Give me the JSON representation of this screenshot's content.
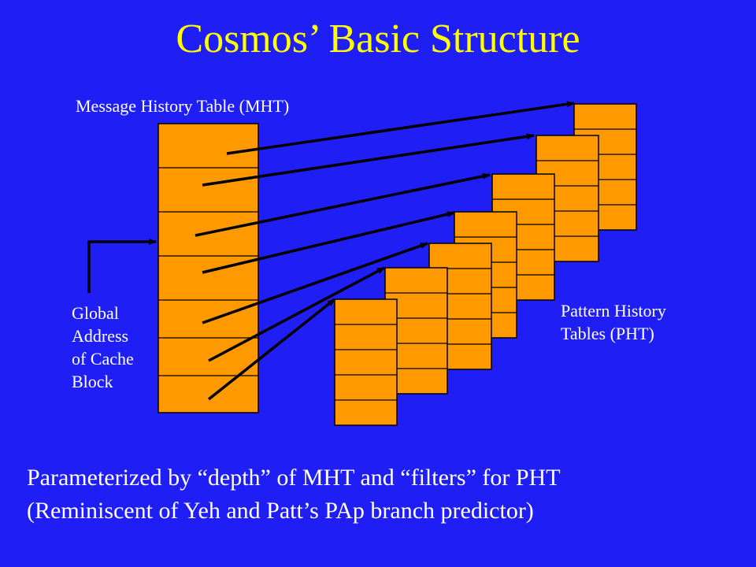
{
  "slide": {
    "title": "Cosmos’ Basic Structure",
    "mht_label": "Message History Table (MHT)",
    "global_address_label": [
      "Global",
      "Address",
      "of Cache",
      "Block"
    ],
    "pht_label": [
      "Pattern History",
      "Tables (PHT)"
    ],
    "footer_lines": [
      "Parameterized by “depth” of MHT and “filters” for PHT",
      "(Reminiscent of Yeh and Patt’s PAp branch predictor)"
    ]
  },
  "colors": {
    "background": "#1f1ff5",
    "title": "#ffff00",
    "text": "#ffffff",
    "table_fill": "#ff9900",
    "line": "#000000"
  }
}
